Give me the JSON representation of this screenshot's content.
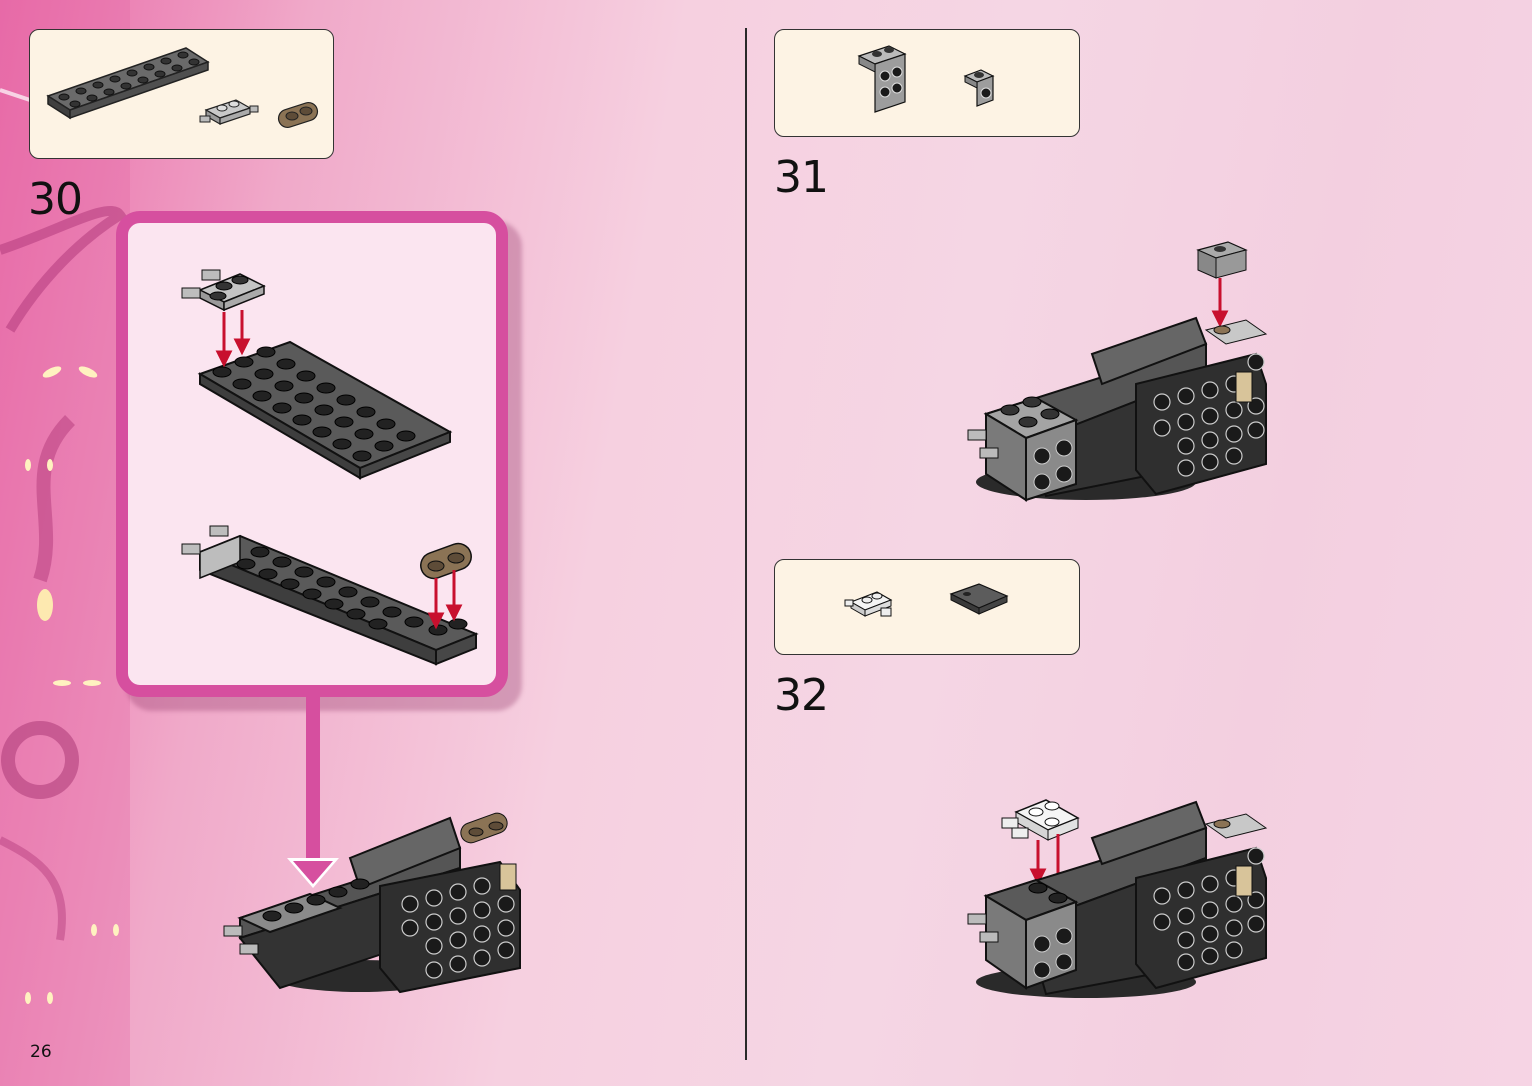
{
  "steps": [
    {
      "number": "30"
    },
    {
      "number": "31"
    },
    {
      "number": "32"
    }
  ],
  "page_number": "26",
  "colors": {
    "accent_pink": "#d64f9f",
    "parts_box_bg": "#fdf3e4",
    "arrow_red": "#c8102e"
  },
  "icons": {
    "sub_step_arrow": "arrow-down-icon",
    "insert_arrow": "red-arrow-icon"
  }
}
